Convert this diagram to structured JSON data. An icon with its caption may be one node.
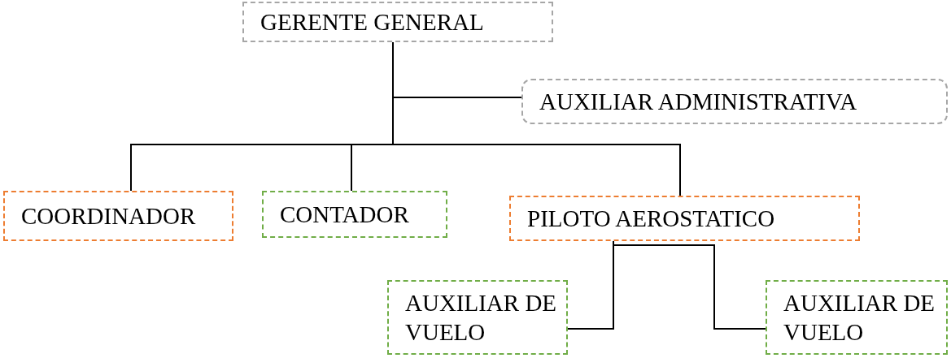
{
  "diagram": {
    "nodes": [
      {
        "text": [
          "GERENTE GENERAL"
        ]
      },
      {
        "text": [
          "AUXILIAR ADMINISTRATIVA"
        ]
      },
      {
        "text": [
          "COORDINADOR"
        ]
      },
      {
        "text": [
          "CONTADOR"
        ]
      },
      {
        "text": [
          "PILOTO AEROSTATICO"
        ]
      },
      {
        "text": [
          "AUXILIAR DE VUELO"
        ]
      },
      {
        "text": [
          "AUXILIAR DE VUELO"
        ]
      }
    ],
    "edges": [
      {
        "from": 0,
        "to": 1,
        "arrow": "none"
      },
      {
        "from": 0,
        "to": 2,
        "arrow": "none"
      },
      {
        "from": 0,
        "to": 3,
        "arrow": "none"
      },
      {
        "from": 0,
        "to": 4,
        "arrow": "none"
      },
      {
        "from": 4,
        "to": 5,
        "arrow": "none"
      },
      {
        "from": 4,
        "to": 6,
        "arrow": "none"
      }
    ]
  }
}
